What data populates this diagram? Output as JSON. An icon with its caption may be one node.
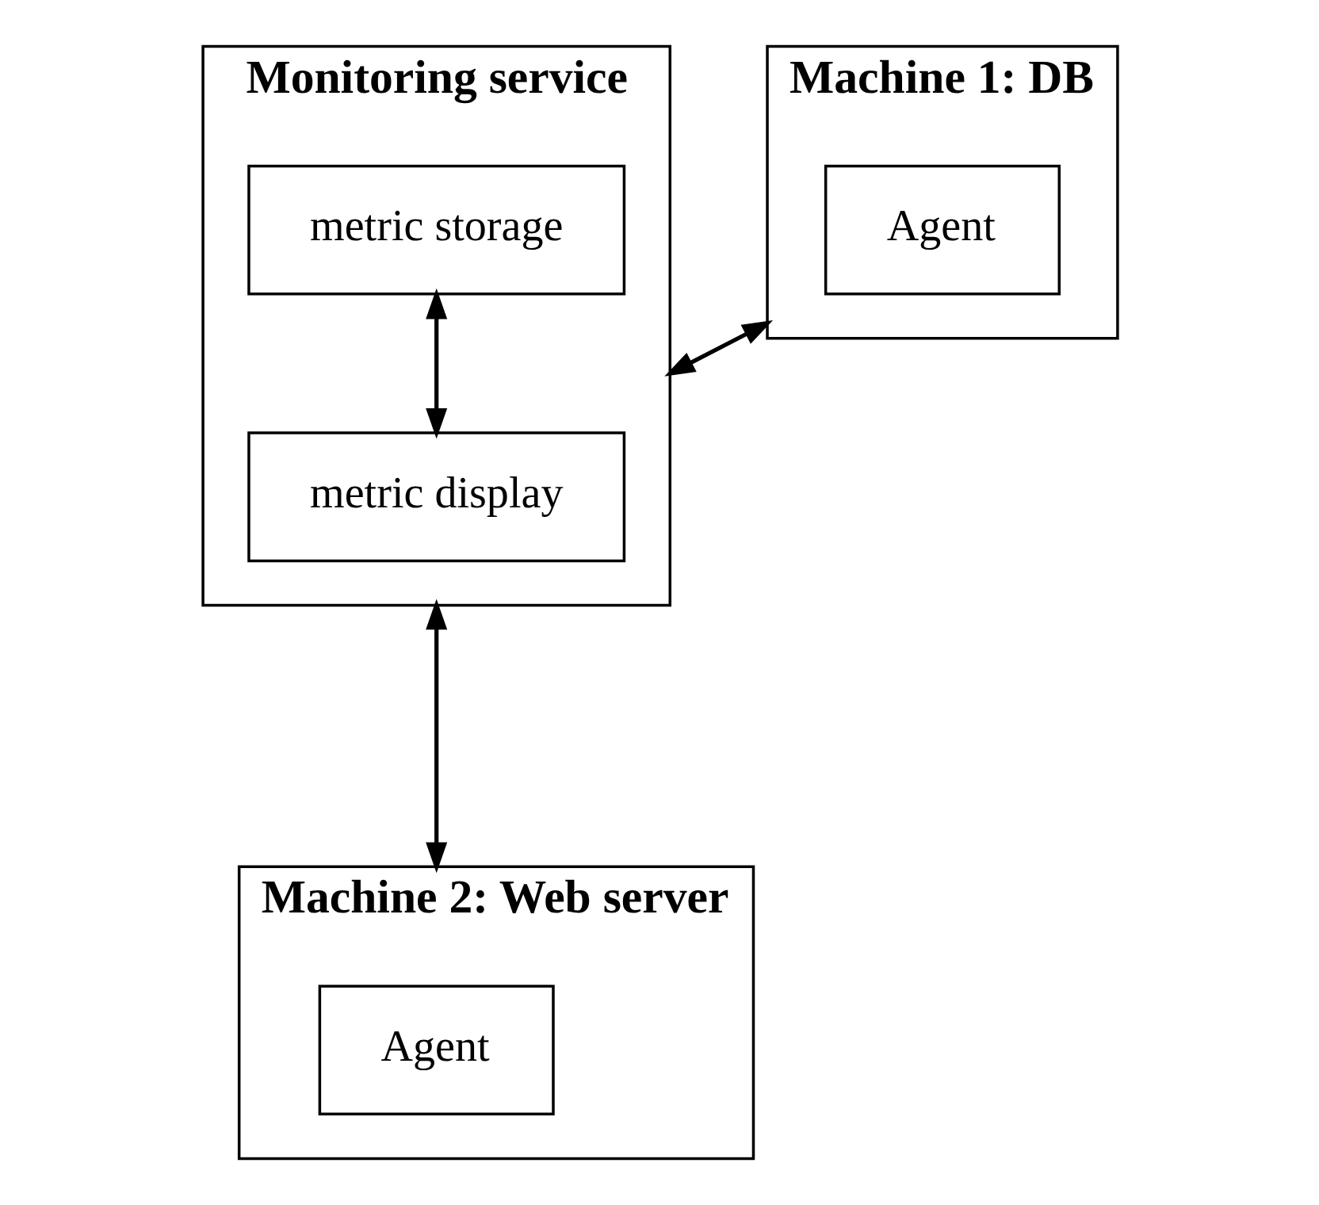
{
  "diagram": {
    "nodes": [
      {
        "text": [
          "Monitoring service"
        ]
      },
      {
        "text": [
          "metric storage"
        ],
        "in": 0
      },
      {
        "text": [
          "metric display"
        ],
        "in": 0
      },
      {
        "text": [
          "Machine 1: DB"
        ]
      },
      {
        "text": [
          "Agent"
        ],
        "in": 3
      },
      {
        "text": [
          "Machine 2: Web server"
        ]
      },
      {
        "text": [
          "Agent"
        ],
        "in": 5
      }
    ],
    "edges": [
      {
        "from": 1,
        "to": 2,
        "arrow": "both"
      },
      {
        "from": 0,
        "to": 3,
        "arrow": "both"
      },
      {
        "from": 0,
        "to": 5,
        "arrow": "both"
      }
    ]
  }
}
